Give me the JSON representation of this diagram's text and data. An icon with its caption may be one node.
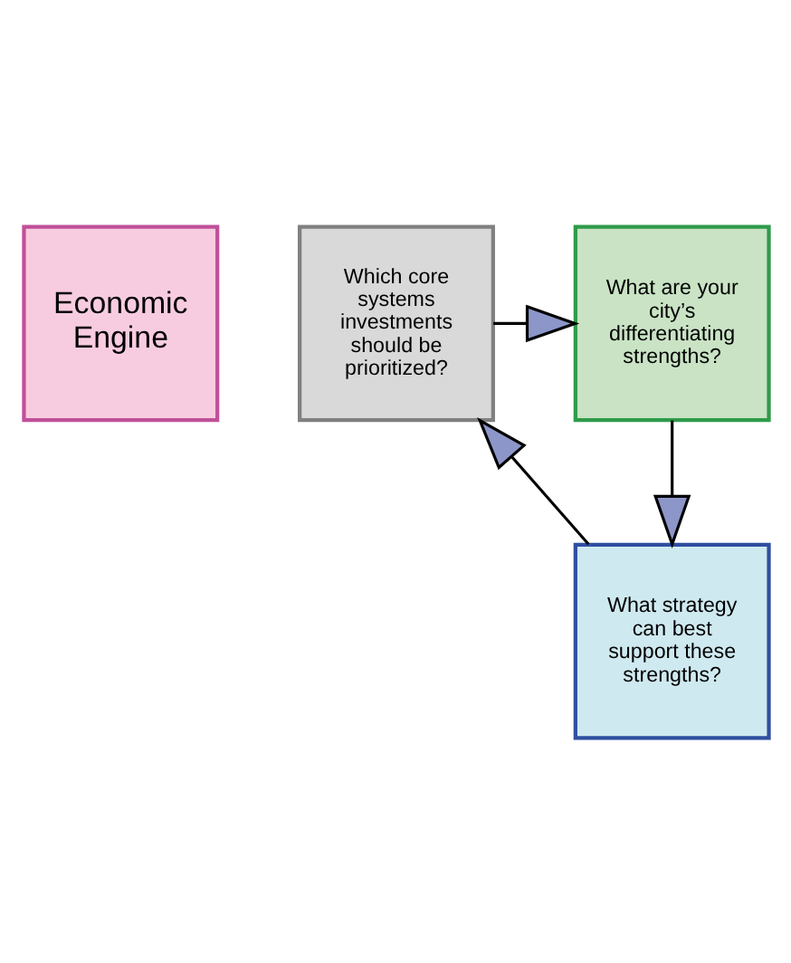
{
  "diagram": {
    "nodes": [
      {
        "text": [
          "Economic Engine"
        ]
      },
      {
        "text": [
          "Which core systems investments should be prioritized?"
        ]
      },
      {
        "text": [
          "What are your city’s differentiating strengths?"
        ]
      },
      {
        "text": [
          "What strategy can best support these strengths?"
        ]
      }
    ],
    "edges": [
      {
        "from": 1,
        "to": 2,
        "arrow": "to"
      },
      {
        "from": 2,
        "to": 3,
        "arrow": "to"
      },
      {
        "from": 3,
        "to": 1,
        "arrow": "to"
      }
    ]
  }
}
